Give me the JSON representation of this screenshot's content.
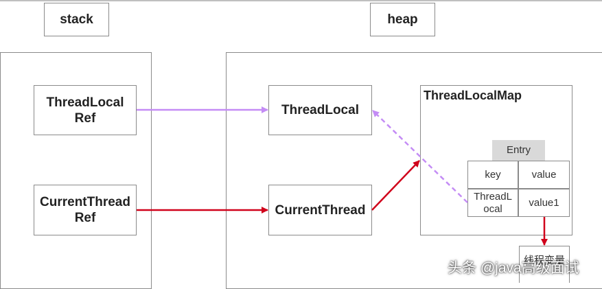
{
  "headers": {
    "stack": "stack",
    "heap": "heap"
  },
  "stack_nodes": {
    "threadlocal_ref": "ThreadLocal\nRef",
    "currentthread_ref": "CurrentThread\nRef"
  },
  "heap_nodes": {
    "threadlocal": "ThreadLocal",
    "currentthread": "CurrentThread",
    "threadlocalmap_title": "ThreadLocalMap"
  },
  "entry": {
    "title": "Entry",
    "key_header": "key",
    "value_header": "value",
    "key_cell": "ThreadL\nocal",
    "value_cell": "value1"
  },
  "bottom_box_label": "线程变量",
  "watermark": "头条 @java高级面试",
  "colors": {
    "ref_arrow": "#c48cf5",
    "thread_arrow": "#d0021b",
    "weak_arrow": "#c48cf5",
    "entry_header_bg": "#d9d9d9",
    "border": "#8a8a8a"
  }
}
